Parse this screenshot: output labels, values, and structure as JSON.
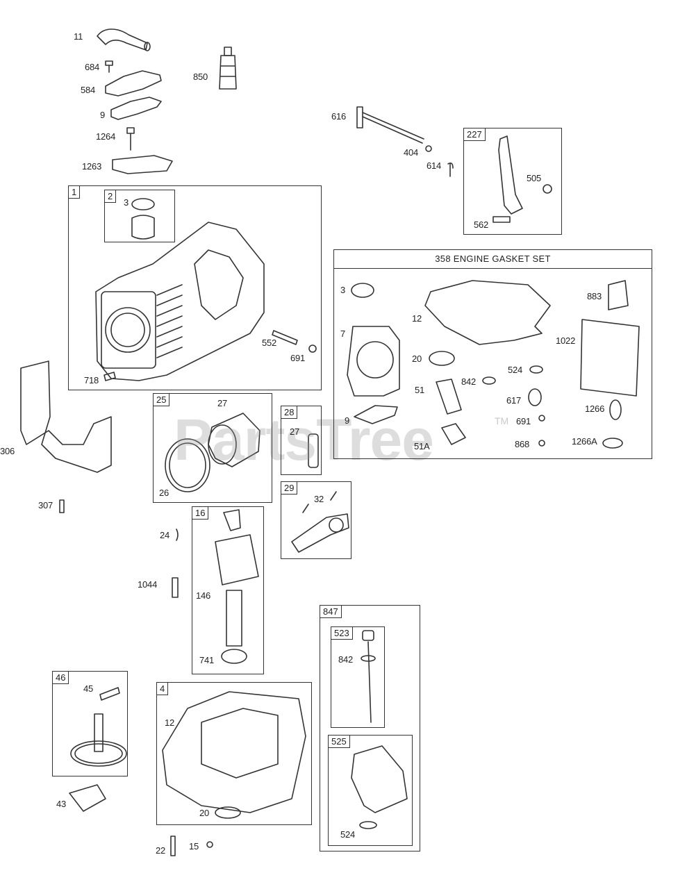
{
  "watermark": {
    "text": "PartsTree",
    "trademark": "TM"
  },
  "boxes": {
    "b1": "1",
    "b2": "2",
    "b227": "227",
    "b25": "25",
    "b28": "28",
    "b29": "29",
    "b16": "16",
    "b46": "46",
    "b4": "4",
    "b847": "847",
    "b523": "523",
    "b525": "525"
  },
  "gasket_set": {
    "title": "358 ENGINE GASKET SET"
  },
  "labels": {
    "l11": "11",
    "l684": "684",
    "l584": "584",
    "l850": "850",
    "l9a": "9",
    "l1264": "1264",
    "l1263": "1263",
    "l616": "616",
    "l404": "404",
    "l614": "614",
    "l505": "505",
    "l562": "562",
    "l3a": "3",
    "l552": "552",
    "l691a": "691",
    "l718": "718",
    "l306": "306",
    "l307": "307",
    "l27a": "27",
    "l26": "26",
    "l27b": "27",
    "l32": "32",
    "l24": "24",
    "l1044": "1044",
    "l146": "146",
    "l741": "741",
    "l45": "45",
    "l43": "43",
    "l12b": "12",
    "l20b": "20",
    "l22": "22",
    "l15": "15",
    "l842b": "842",
    "l524b": "524",
    "g3": "3",
    "g12": "12",
    "g7": "7",
    "g20": "20",
    "g51": "51",
    "g842": "842",
    "g524": "524",
    "g617": "617",
    "g9": "9",
    "g51a": "51A",
    "g691": "691",
    "g868": "868",
    "g883": "883",
    "g1022": "1022",
    "g1266": "1266",
    "g1266a": "1266A"
  }
}
